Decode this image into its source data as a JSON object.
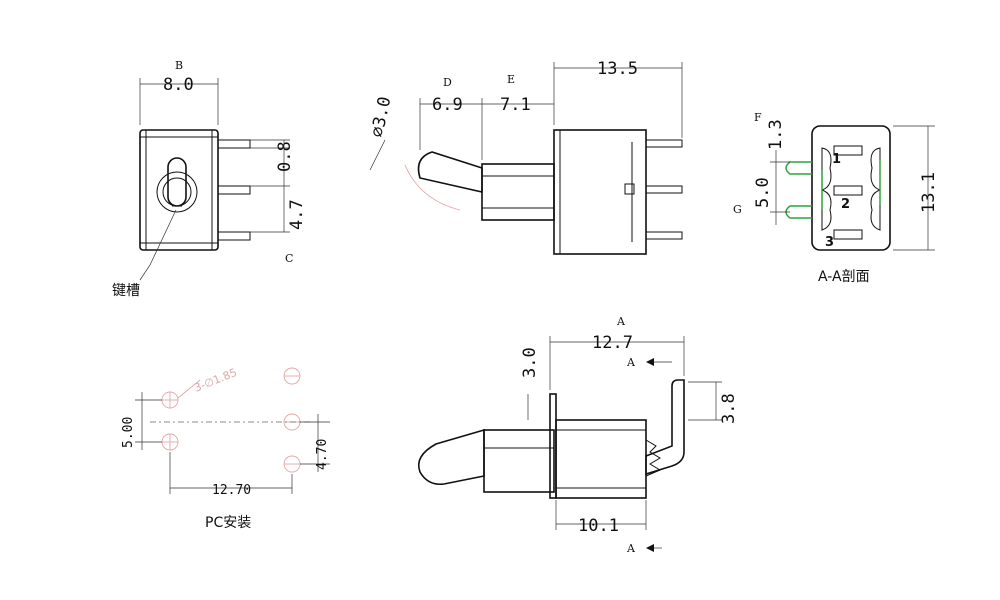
{
  "front_view": {
    "width_dim": "8.0",
    "width_letter": "B",
    "pin_gap_dim": "0.8",
    "pin_pitch_dim": "4.7",
    "pitch_letter": "C",
    "keyway_label": "键槽"
  },
  "side_view": {
    "overall_dim": "13.5",
    "lever_dim": "6.9",
    "lever_letter": "D",
    "bushing_dim": "7.1",
    "bushing_letter": "E",
    "lever_dia_dim": "∅3.0"
  },
  "section_view": {
    "pitch_dim": "5.0",
    "pitch_letter": "G",
    "offset_dim": "1.3",
    "offset_letter": "F",
    "height_dim": "13.1",
    "pins": [
      "1",
      "2",
      "3"
    ],
    "caption": "A-A剖面"
  },
  "pc_mount": {
    "row_pitch": "5.00",
    "col_pitch": "4.70",
    "span": "12.70",
    "hole_note": "3-∅1.85",
    "caption": "PC安装"
  },
  "right_angle_view": {
    "width_dim": "12.7",
    "width_letter": "A",
    "flange_dim": "3.0",
    "pin_dim": "3.8",
    "body_dim": "10.1",
    "section_marker": "A"
  }
}
